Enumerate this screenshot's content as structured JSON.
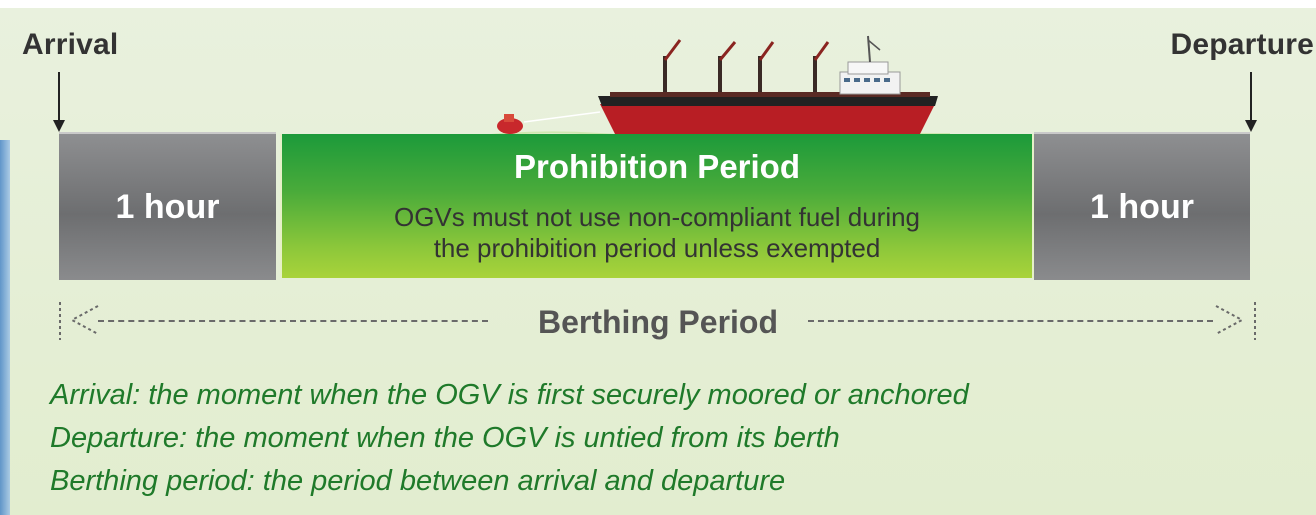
{
  "top": {
    "arrival_label": "Arrival",
    "departure_label": "Departure"
  },
  "blocks": {
    "left_label": "1 hour",
    "right_label": "1 hour"
  },
  "prohibition": {
    "title": "Prohibition Period",
    "line1": "OGVs must not use non-compliant fuel during",
    "line2": "the prohibition period unless exempted"
  },
  "berthing": {
    "label": "Berthing Period"
  },
  "definitions": {
    "arrival": "Arrival: the moment when the OGV is first securely moored or anchored",
    "departure": "Departure: the moment when the OGV is untied from its berth",
    "berthing": "Berthing period: the period between arrival and departure"
  },
  "icons": {
    "ship": "cargo-ship-icon",
    "tug": "tugboat-icon"
  },
  "colors": {
    "gray": "#7b7c7e",
    "green": "#4aab3a",
    "definition_text": "#1f7a2a"
  }
}
